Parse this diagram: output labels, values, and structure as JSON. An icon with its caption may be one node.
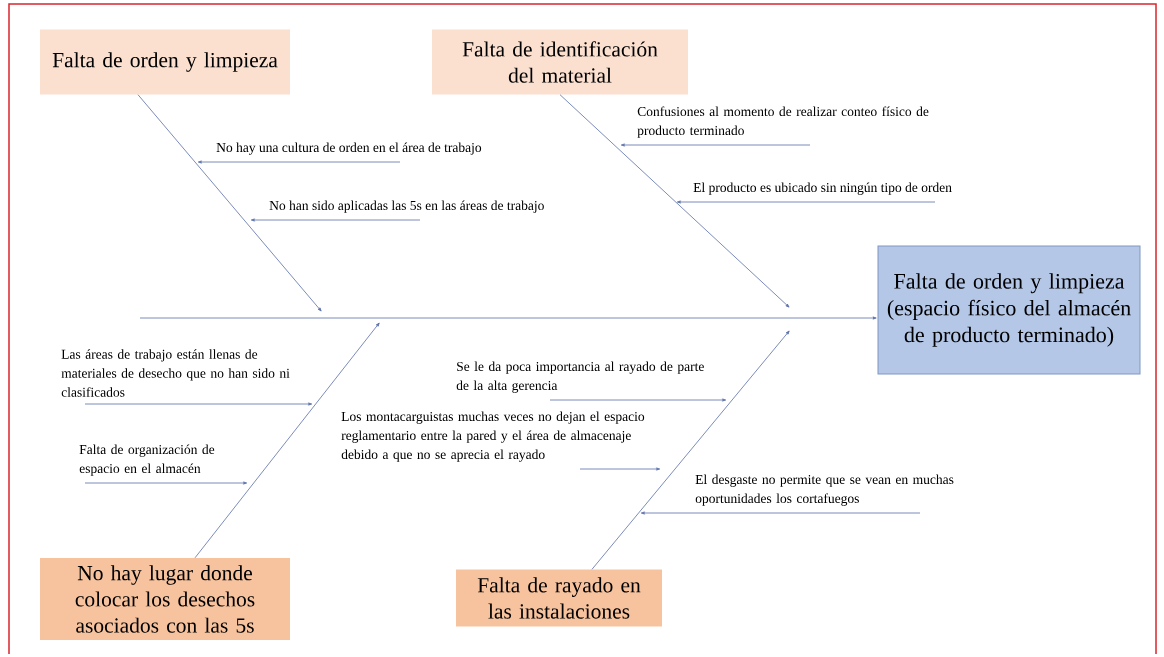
{
  "diagram": {
    "nodes": [
      {
        "text": [
          "Falta de orden y limpieza (espacio físico del almacén de producto terminado)"
        ]
      },
      {
        "text": [
          "Falta de orden y limpieza"
        ]
      },
      {
        "text": [
          "Falta de identificación del material"
        ]
      },
      {
        "text": [
          "No hay lugar donde colocar los desechos asociados con las 5s"
        ]
      },
      {
        "text": [
          "Falta de rayado en las instalaciones"
        ]
      },
      {
        "text": [
          "No hay una cultura de orden en el área de trabajo"
        ]
      },
      {
        "text": [
          "No han sido aplicadas las 5s en las áreas de trabajo"
        ]
      },
      {
        "text": [
          "Confusiones al momento de realizar conteo físico de producto terminado"
        ]
      },
      {
        "text": [
          "El producto es ubicado sin ningún tipo de orden"
        ]
      },
      {
        "text": [
          "Las áreas de trabajo están llenas de materiales de desecho que no han sido ni clasificados"
        ]
      },
      {
        "text": [
          "Falta de organización de espacio en el almacén"
        ]
      },
      {
        "text": [
          "Se le da poca importancia al rayado de parte de la alta gerencia"
        ]
      },
      {
        "text": [
          "Los montacarguistas muchas veces no dejan el espacio reglamentario entre la pared y el área de almacenaje debido a que no se aprecia el rayado"
        ]
      },
      {
        "text": [
          "El desgaste no permite que se vean en muchas oportunidades los cortafuegos"
        ]
      }
    ],
    "edges": [
      {
        "from": 1,
        "to": null,
        "arrow": "to"
      },
      {
        "from": 2,
        "to": null,
        "arrow": "to"
      },
      {
        "from": 3,
        "to": null,
        "arrow": "to"
      },
      {
        "from": 4,
        "to": null,
        "arrow": "to"
      },
      {
        "from": 5,
        "to": null,
        "arrow": "to"
      },
      {
        "from": 6,
        "to": null,
        "arrow": "to"
      },
      {
        "from": 7,
        "to": null,
        "arrow": "to"
      },
      {
        "from": 8,
        "to": null,
        "arrow": "to"
      },
      {
        "from": 9,
        "to": null,
        "arrow": "to"
      },
      {
        "from": 10,
        "to": null,
        "arrow": "to"
      },
      {
        "from": 11,
        "to": null,
        "arrow": "to"
      },
      {
        "from": 12,
        "to": null,
        "arrow": "to"
      },
      {
        "from": 13,
        "to": null,
        "arrow": "to"
      },
      {
        "from": null,
        "to": 0,
        "arrow": "to"
      }
    ]
  }
}
